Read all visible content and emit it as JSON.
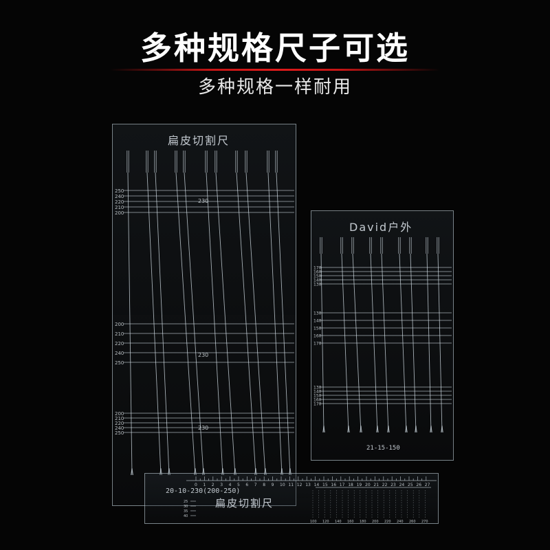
{
  "header": {
    "title": "多种规格尺子可选",
    "subtitle": "多种规格一样耐用"
  },
  "rulers": {
    "large": {
      "label": "扁皮切割尺",
      "top_marks": [
        "250",
        "240",
        "220",
        "210",
        "200"
      ],
      "mid_marks": [
        "200",
        "210",
        "220",
        "240",
        "250"
      ],
      "low_marks": [
        "200",
        "210",
        "220",
        "240",
        "250"
      ],
      "center_mark": "230"
    },
    "medium": {
      "label": "David户外",
      "code": "21-15-150",
      "top_marks": [
        "170",
        "160",
        "150",
        "140",
        "130"
      ],
      "mid_marks": [
        "130",
        "140",
        "150",
        "160",
        "170"
      ],
      "low_marks": [
        "130",
        "140",
        "150",
        "160",
        "170"
      ]
    },
    "bottom": {
      "label": "扁皮切割尺",
      "code": "20-10-230(200-250)",
      "scale": [
        "0",
        "1",
        "2",
        "3",
        "4",
        "5",
        "6",
        "7",
        "8",
        "9",
        "10",
        "11",
        "12",
        "13",
        "14",
        "15",
        "16",
        "17",
        "18",
        "19",
        "20",
        "21",
        "22",
        "23",
        "24",
        "25",
        "26",
        "27"
      ],
      "left_marks": [
        "25",
        "30",
        "35",
        "40"
      ],
      "bottom_scale": [
        "100",
        "120",
        "140",
        "160",
        "180",
        "200",
        "220",
        "240",
        "260",
        "270"
      ]
    }
  },
  "colors": {
    "background": "#050505",
    "title": "#ffffff",
    "accent_rule": "#e01b1b",
    "ruler_line": "#d8e4ec"
  }
}
